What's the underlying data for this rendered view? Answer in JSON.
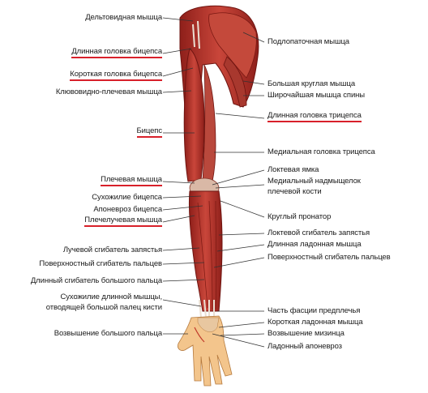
{
  "left_labels": [
    {
      "text": "Дельтовидная мышца",
      "highlight": false
    },
    {
      "text": "Длинная головка бицепса",
      "highlight": true
    },
    {
      "text": "Короткая головка бицепса",
      "highlight": true
    },
    {
      "text": "Клювовидно-плечевая мышца",
      "highlight": false
    },
    {
      "text": "Бицепс",
      "highlight": true
    },
    {
      "text": "Плечевая мышца",
      "highlight": true
    },
    {
      "text": "Сухожилие бицепса",
      "highlight": false
    },
    {
      "text": "Апоневроз бицепса",
      "highlight": false
    },
    {
      "text": "Плечелучевая мышца",
      "highlight": true
    },
    {
      "text": "Лучевой сгибатель запястья",
      "highlight": false
    },
    {
      "text": "Поверхностный сгибатель пальцев",
      "highlight": false
    },
    {
      "text": "Длинный сгибатель большого пальца",
      "highlight": false
    },
    {
      "text": "Сухожилие длинной мышцы,",
      "highlight": false
    },
    {
      "text": "отводящей большой палец кисти",
      "highlight": false
    },
    {
      "text": "Возвышение большого пальца",
      "highlight": false
    }
  ],
  "right_labels": [
    {
      "text": "Подлопаточная мышца",
      "highlight": false
    },
    {
      "text": "Большая круглая мышца",
      "highlight": false
    },
    {
      "text": "Широчайшая мышца спины",
      "highlight": false
    },
    {
      "text": "Длинная головка трицепса",
      "highlight": true
    },
    {
      "text": "Медиальная головка трицепса",
      "highlight": false
    },
    {
      "text": "Локтевая ямка",
      "highlight": false
    },
    {
      "text": "Медиальный надмыщелок",
      "highlight": false
    },
    {
      "text": "плечевой кости",
      "highlight": false
    },
    {
      "text": "Круглый пронатор",
      "highlight": false
    },
    {
      "text": "Локтевой сгибатель запястья",
      "highlight": false
    },
    {
      "text": "Длинная ладонная мышца",
      "highlight": false
    },
    {
      "text": "Поверхностный сгибатель пальцев",
      "highlight": false
    },
    {
      "text": "Часть фасции предплечья",
      "highlight": false
    },
    {
      "text": "Короткая ладонная мышца",
      "highlight": false
    },
    {
      "text": "Возвышение мизинца",
      "highlight": false
    },
    {
      "text": "Ладонный апоневроз",
      "highlight": false
    }
  ],
  "colors": {
    "muscle": "#b4322a",
    "muscle_light": "#d06a55",
    "tendon": "#eadfd2",
    "skin": "#f3c58c",
    "highlight": "#d8202a"
  }
}
